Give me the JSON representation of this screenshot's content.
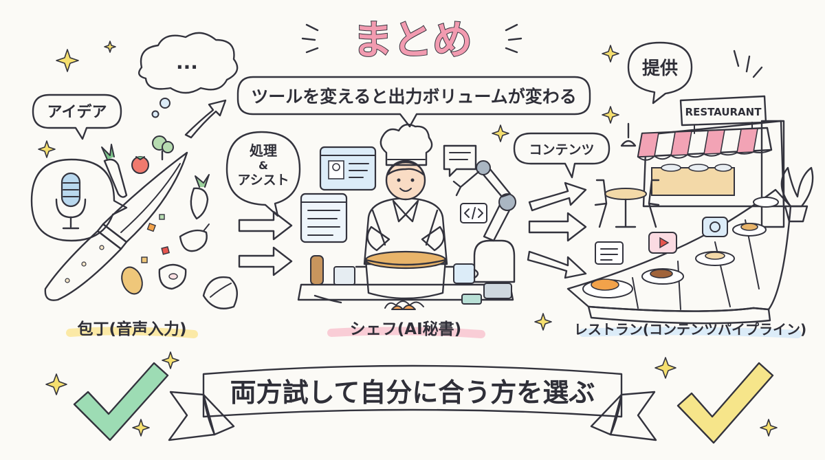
{
  "title": "まとめ",
  "top_bubble": "ツールを変えると出力ボリュームが変わる",
  "thought_dots": "...",
  "bubbles": {
    "idea": "アイデア",
    "process_line1": "処理",
    "process_line2": "&",
    "process_line3": "アシスト",
    "content": "コンテンツ",
    "serve": "提供"
  },
  "sign": "RESTAURANT",
  "labels": {
    "knife": "包丁(音声入力)",
    "chef": "シェフ(AI秘書)",
    "restaurant": "レストラン(コンテンツパイプライン)"
  },
  "banner": "両方試して自分に合う方を選ぶ",
  "colors": {
    "title_a": "#f29bb0",
    "title_b": "#8fd3c8",
    "arrow_teal": "#6fc7b5",
    "arrow_pink": "#f2a3b5",
    "check_green": "#9ddcb4",
    "check_yellow": "#f6e58a",
    "ribbon_pink": "#f7c4cf",
    "ribbon_blue": "#bfe3ee",
    "highlight_yellow": "#fbe9a6",
    "highlight_pink": "#f9cdd6",
    "bubble_green": "#dff3e9",
    "bubble_pink": "#fbdbe2",
    "bubble_blue": "#dcecf8"
  }
}
